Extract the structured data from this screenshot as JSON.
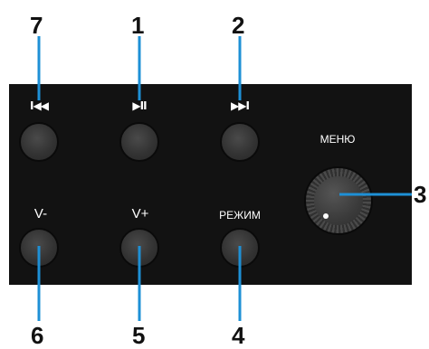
{
  "callouts": {
    "c7": "7",
    "c1": "1",
    "c2": "2",
    "c3": "3",
    "c6": "6",
    "c5": "5",
    "c4": "4"
  },
  "labels": {
    "prev": "I◀◀",
    "play_pause": "▶II",
    "next": "▶▶I",
    "menu": "МЕНЮ",
    "vol_down": "V-",
    "vol_up": "V+",
    "mode": "РЕЖИМ"
  },
  "colors": {
    "panel": "#121212",
    "callout_line": "#1e90d6",
    "label": "#ffffff"
  }
}
